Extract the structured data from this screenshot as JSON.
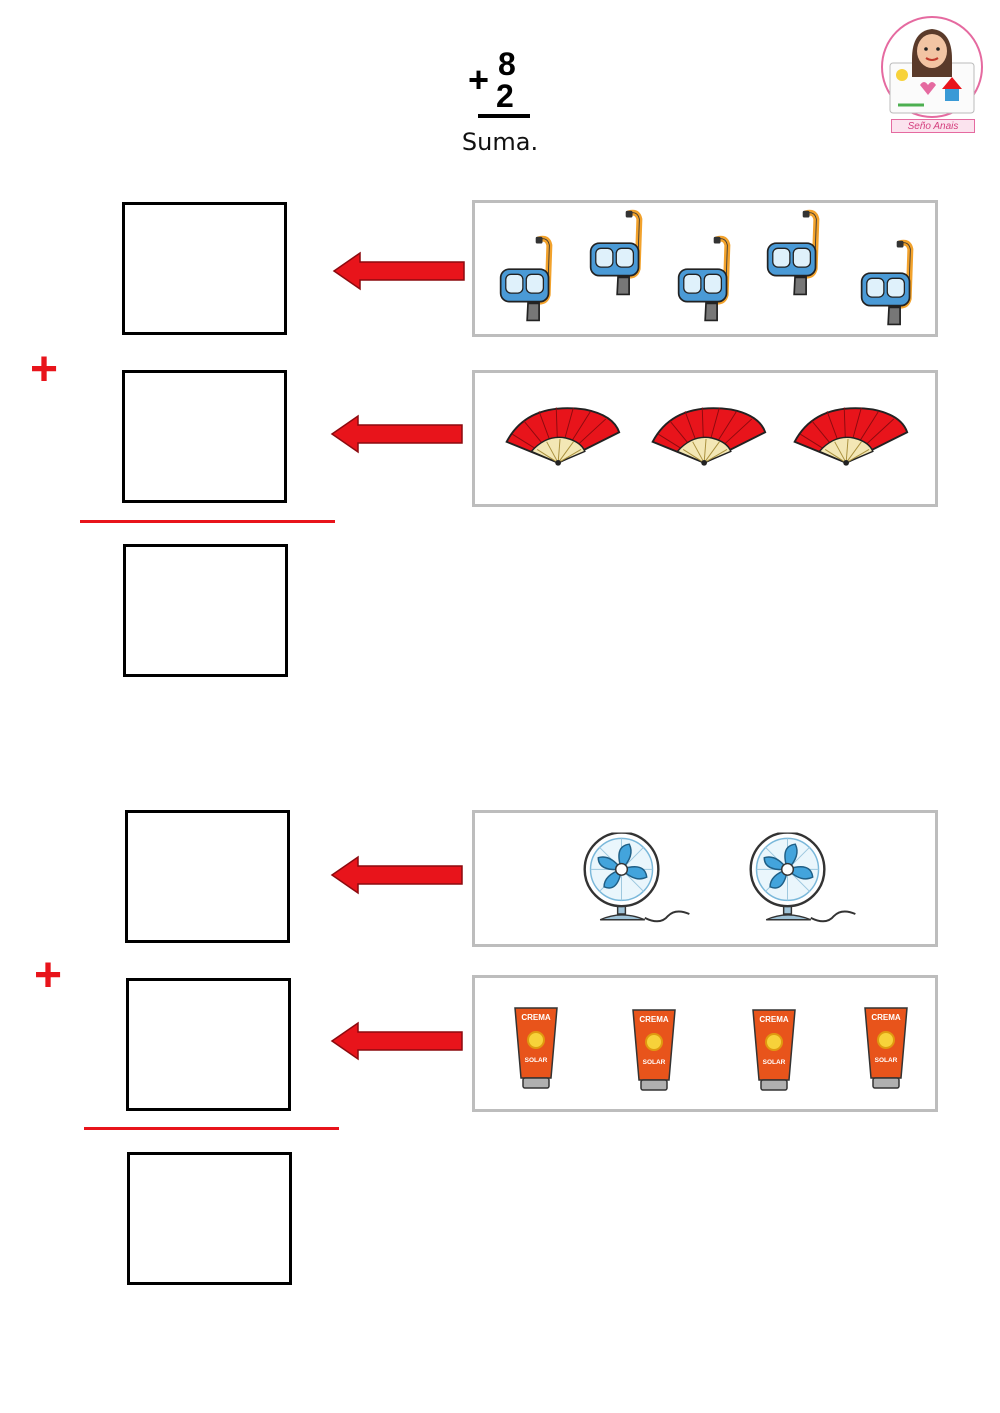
{
  "header": {
    "addend_top": "8",
    "addend_bottom": "2",
    "plus_symbol": "+",
    "caption": "Suma."
  },
  "logo": {
    "caption": "Seño Anais"
  },
  "colors": {
    "accent_red": "#e8141b",
    "panel_border": "#bdbdbd",
    "box_border": "#000000"
  },
  "exercises": [
    {
      "plus_symbol": "+",
      "rows": [
        {
          "icon": "snorkel-mask-icon",
          "count": 5
        },
        {
          "icon": "red-fan-icon",
          "count": 3
        }
      ]
    },
    {
      "plus_symbol": "+",
      "rows": [
        {
          "icon": "electric-fan-icon",
          "count": 2
        },
        {
          "icon": "sunscreen-tube-icon",
          "count": 4,
          "tube_label_top": "CREMA",
          "tube_label_bottom": "SOLAR"
        }
      ]
    }
  ]
}
